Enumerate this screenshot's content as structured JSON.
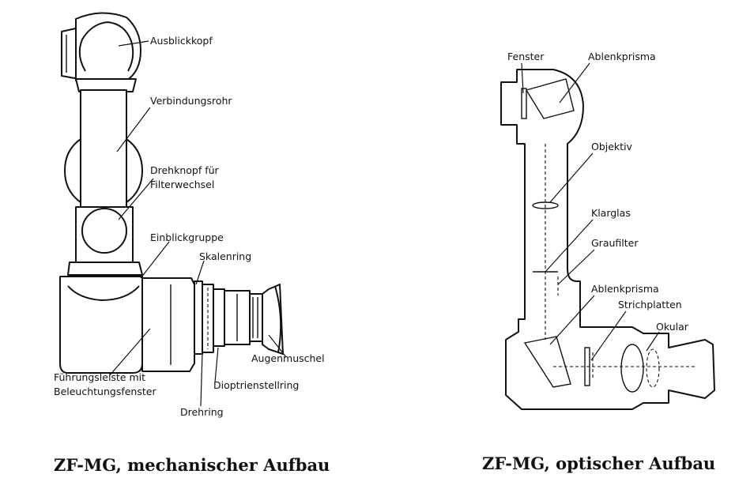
{
  "mechanical": {
    "caption": "ZF-MG, mechanischer Aufbau",
    "labels": {
      "ausblickkopf": "Ausblickkopf",
      "verbindungsrohr": "Verbindungsrohr",
      "drehknopf_1": "Drehknopf für",
      "drehknopf_2": "Filterwechsel",
      "einblickgruppe": "Einblickgruppe",
      "skalenring": "Skalenring",
      "augenmuschel": "Augenmuschel",
      "fuehrungsleiste_1": "Führungsleiste mit",
      "fuehrungsleiste_2": "Beleuchtungsfenster",
      "dioptrienstellring": "Dioptrienstellring",
      "drehring": "Drehring"
    }
  },
  "optical": {
    "caption": "ZF-MG, optischer Aufbau",
    "labels": {
      "fenster": "Fenster",
      "ablenkprisma_top": "Ablenkprisma",
      "objektiv": "Objektiv",
      "klarglas": "Klarglas",
      "graufilter": "Graufilter",
      "ablenkprisma_bottom": "Ablenkprisma",
      "strichplatten": "Strichplatten",
      "okular": "Okular"
    }
  }
}
